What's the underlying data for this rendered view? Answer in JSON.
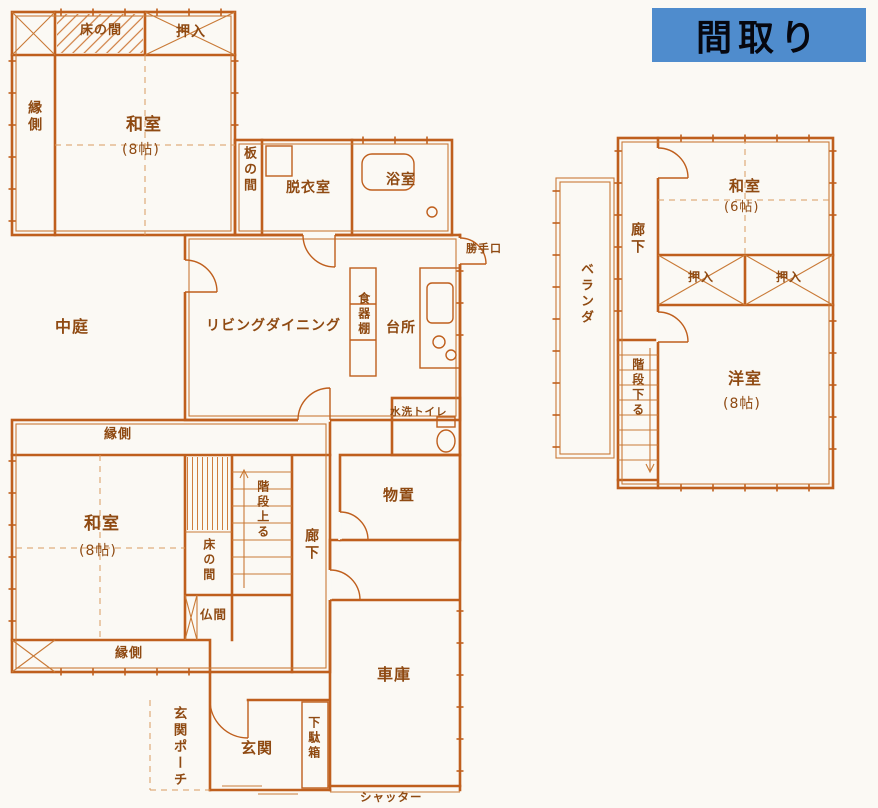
{
  "title": "間取り",
  "floor1": {
    "engawa_left": "縁側",
    "tokonoma_top": "床の間",
    "oshiire_top": "押入",
    "washitsu1": "和室",
    "washitsu1_size": "(8帖)",
    "itanoma": "板の間",
    "datsuishitsu": "脱衣室",
    "yokushitsu": "浴室",
    "katteguchi": "勝手口",
    "nakaniwa": "中庭",
    "living_dining": "リビングダイニング",
    "shokkidana": "食器棚",
    "daidokoro": "台所",
    "suisen_toire": "水洗トイレ",
    "engawa_mid": "縁側",
    "washitsu2": "和室",
    "washitsu2_size": "(8帖)",
    "tokonoma2": "床の間",
    "kaidan_noboru": "階段上る",
    "rouka": "廊下",
    "monooki": "物置",
    "butsuma": "仏間",
    "engawa_bottom": "縁側",
    "shako": "車庫",
    "genkan_porch": "玄関ポーチ",
    "genkan": "玄関",
    "getabako": "下駄箱",
    "shutter": "シャッター"
  },
  "floor2": {
    "rouka": "廊下",
    "veranda": "ベランダ",
    "washitsu": "和室",
    "washitsu_size": "(6帖)",
    "oshiire_left": "押入",
    "oshiire_right": "押入",
    "kaidan_oriru": "階段下る",
    "youshitsu": "洋室",
    "youshitsu_size": "(8帖)"
  },
  "colors": {
    "line": "#bf5f1d",
    "text": "#8f4a12",
    "title_bg": "#4f8ccd",
    "title_text": "#06070f"
  }
}
